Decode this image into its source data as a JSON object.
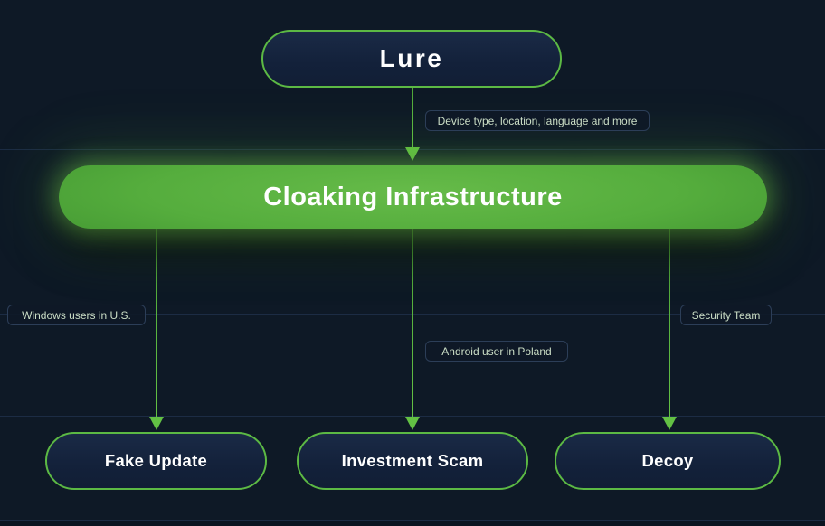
{
  "diagram": {
    "title": "cloaking-infrastructure-flow",
    "nodes": {
      "lure": {
        "label": "Lure"
      },
      "cloaking": {
        "label": "Cloaking Infrastructure"
      },
      "fake_update": {
        "label": "Fake Update"
      },
      "investment_scam": {
        "label": "Investment Scam"
      },
      "decoy": {
        "label": "Decoy"
      }
    },
    "annotations": {
      "device": {
        "label": "Device type, location, language and more"
      },
      "windows": {
        "label": "Windows users in U.S."
      },
      "android": {
        "label": "Android user in Poland"
      },
      "security": {
        "label": "Security Team"
      }
    },
    "edges": [
      {
        "from": "lure",
        "to": "cloaking",
        "label": "Device type, location, language and more"
      },
      {
        "from": "cloaking",
        "to": "fake_update",
        "label": "Windows users in U.S."
      },
      {
        "from": "cloaking",
        "to": "investment_scam",
        "label": "Android user in Poland"
      },
      {
        "from": "cloaking",
        "to": "decoy",
        "label": "Security Team"
      }
    ],
    "colors": {
      "background": "#0e1926",
      "arrow_green": "#63c144",
      "node_border_green": "#5cb944",
      "cloak_green_light": "#66bb49",
      "cloak_green_dark": "#419531",
      "dark_node_bg": "#13213a",
      "tag_text": "#cbdec6",
      "tag_border": "#2c3e58",
      "divider": "#1c2c44"
    }
  }
}
